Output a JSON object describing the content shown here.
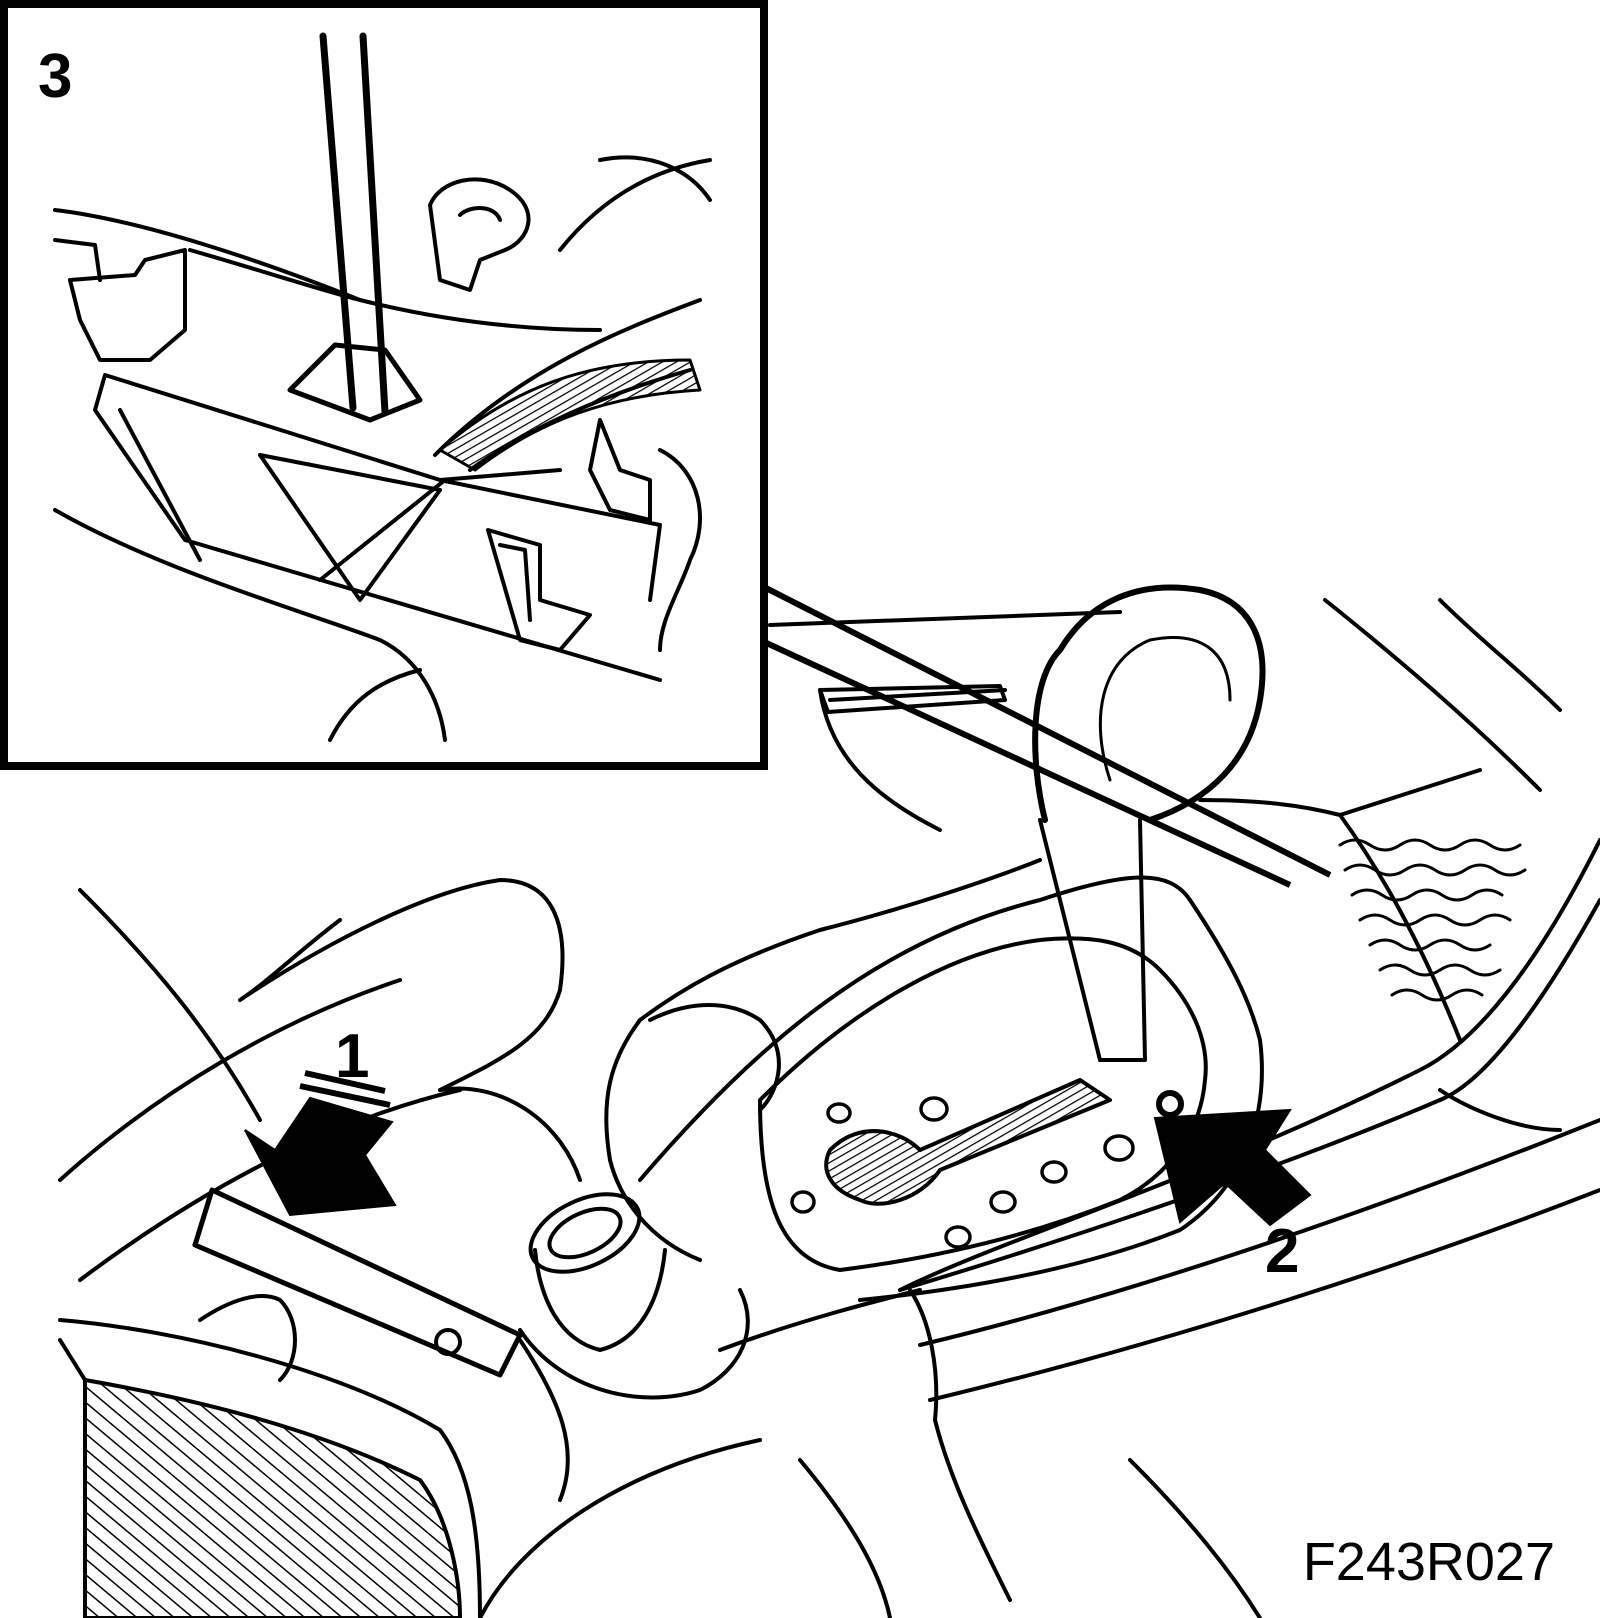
{
  "figure": {
    "reference_code": "F243R027",
    "callouts": {
      "step_1": "1",
      "step_2": "2",
      "step_3": "3"
    },
    "colors": {
      "line": "#000000",
      "background": "#ffffff"
    }
  }
}
